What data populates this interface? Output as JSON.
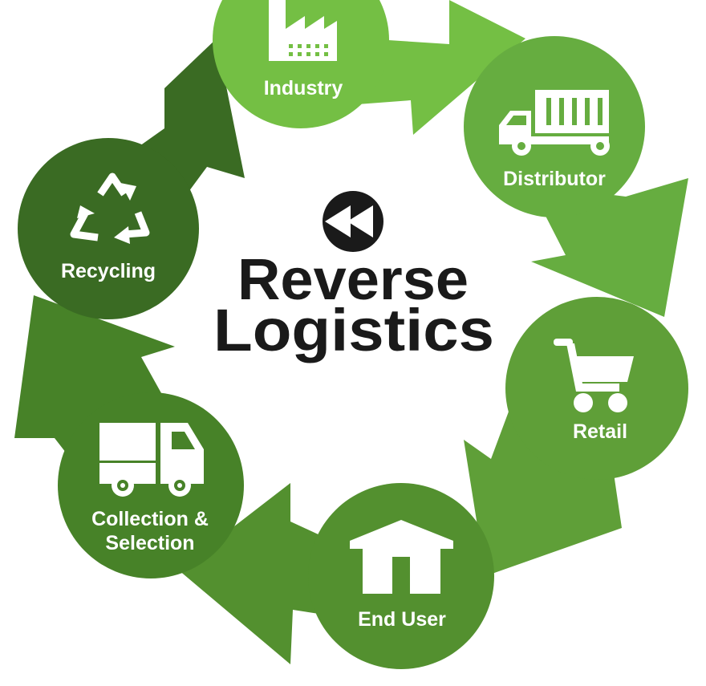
{
  "title": {
    "line1": "Reverse",
    "line2": "Logistics"
  },
  "stages": [
    {
      "label": "Industry",
      "icon": "factory-icon",
      "color": "#74bf44"
    },
    {
      "label": "Distributor",
      "icon": "container-truck-icon",
      "color": "#66ad40"
    },
    {
      "label": "Retail",
      "icon": "shopping-cart-icon",
      "color": "#5f9f38"
    },
    {
      "label": "End User",
      "icon": "house-icon",
      "color": "#53902f"
    },
    {
      "label": "Collection &",
      "label2": "Selection",
      "icon": "delivery-truck-icon",
      "color": "#478228"
    },
    {
      "label": "Recycling",
      "icon": "recycle-icon",
      "color": "#3a6b23"
    }
  ],
  "rewind_icon": "rewind-icon",
  "colors": {
    "title_text": "#1a1a1a",
    "label_text": "#ffffff"
  }
}
